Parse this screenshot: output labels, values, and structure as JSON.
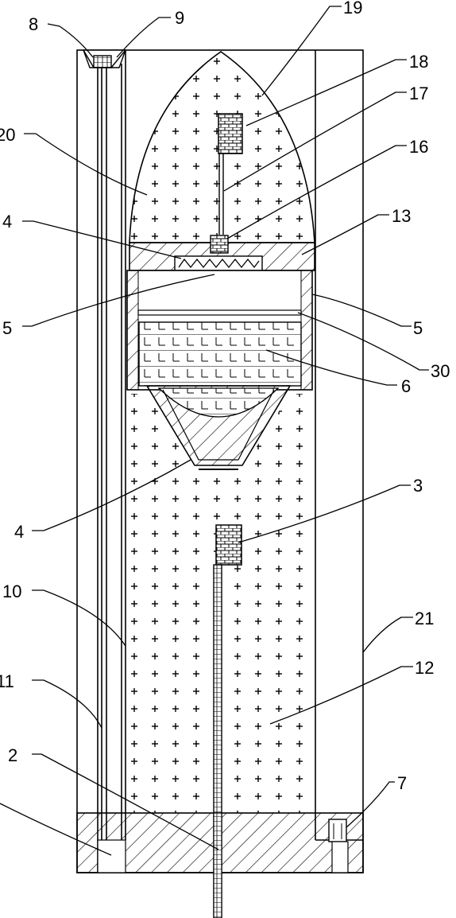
{
  "diagram": {
    "labels": {
      "l19": "19",
      "l8": "8",
      "l9": "9",
      "l18": "18",
      "l17": "17",
      "l20": "20",
      "l16": "16",
      "l4a": "4",
      "l13": "13",
      "l5a": "5",
      "l5b": "5",
      "l30": "30",
      "l6": "6",
      "l3": "3",
      "l4b": "4",
      "l10": "10",
      "l21": "21",
      "l11": "11",
      "l12": "12",
      "l2": "2",
      "l7": "7"
    },
    "colors": {
      "line": "#000000",
      "background": "#ffffff"
    }
  }
}
